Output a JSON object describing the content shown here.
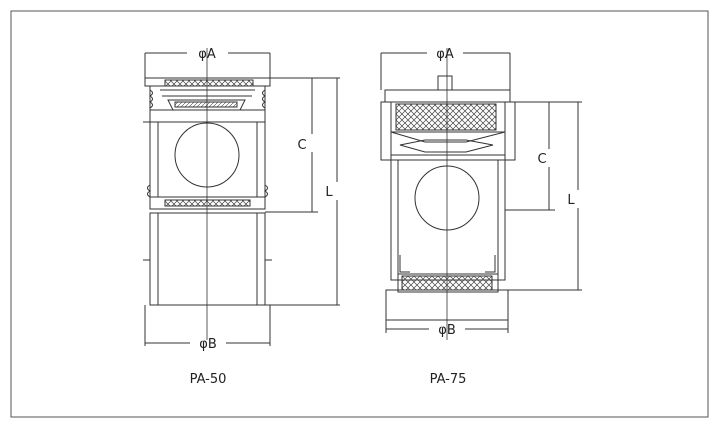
{
  "left_drawing": {
    "model_label": "PA-50",
    "dim_top": "φA",
    "dim_bottom": "φB",
    "dim_c": "C",
    "dim_l": "L"
  },
  "right_drawing": {
    "model_label": "PA-75",
    "dim_top": "φA",
    "dim_bottom": "φB",
    "dim_c": "C",
    "dim_l": "L"
  },
  "colors": {
    "line": "#333333",
    "frame": "#555555",
    "hatch": "#444444"
  }
}
